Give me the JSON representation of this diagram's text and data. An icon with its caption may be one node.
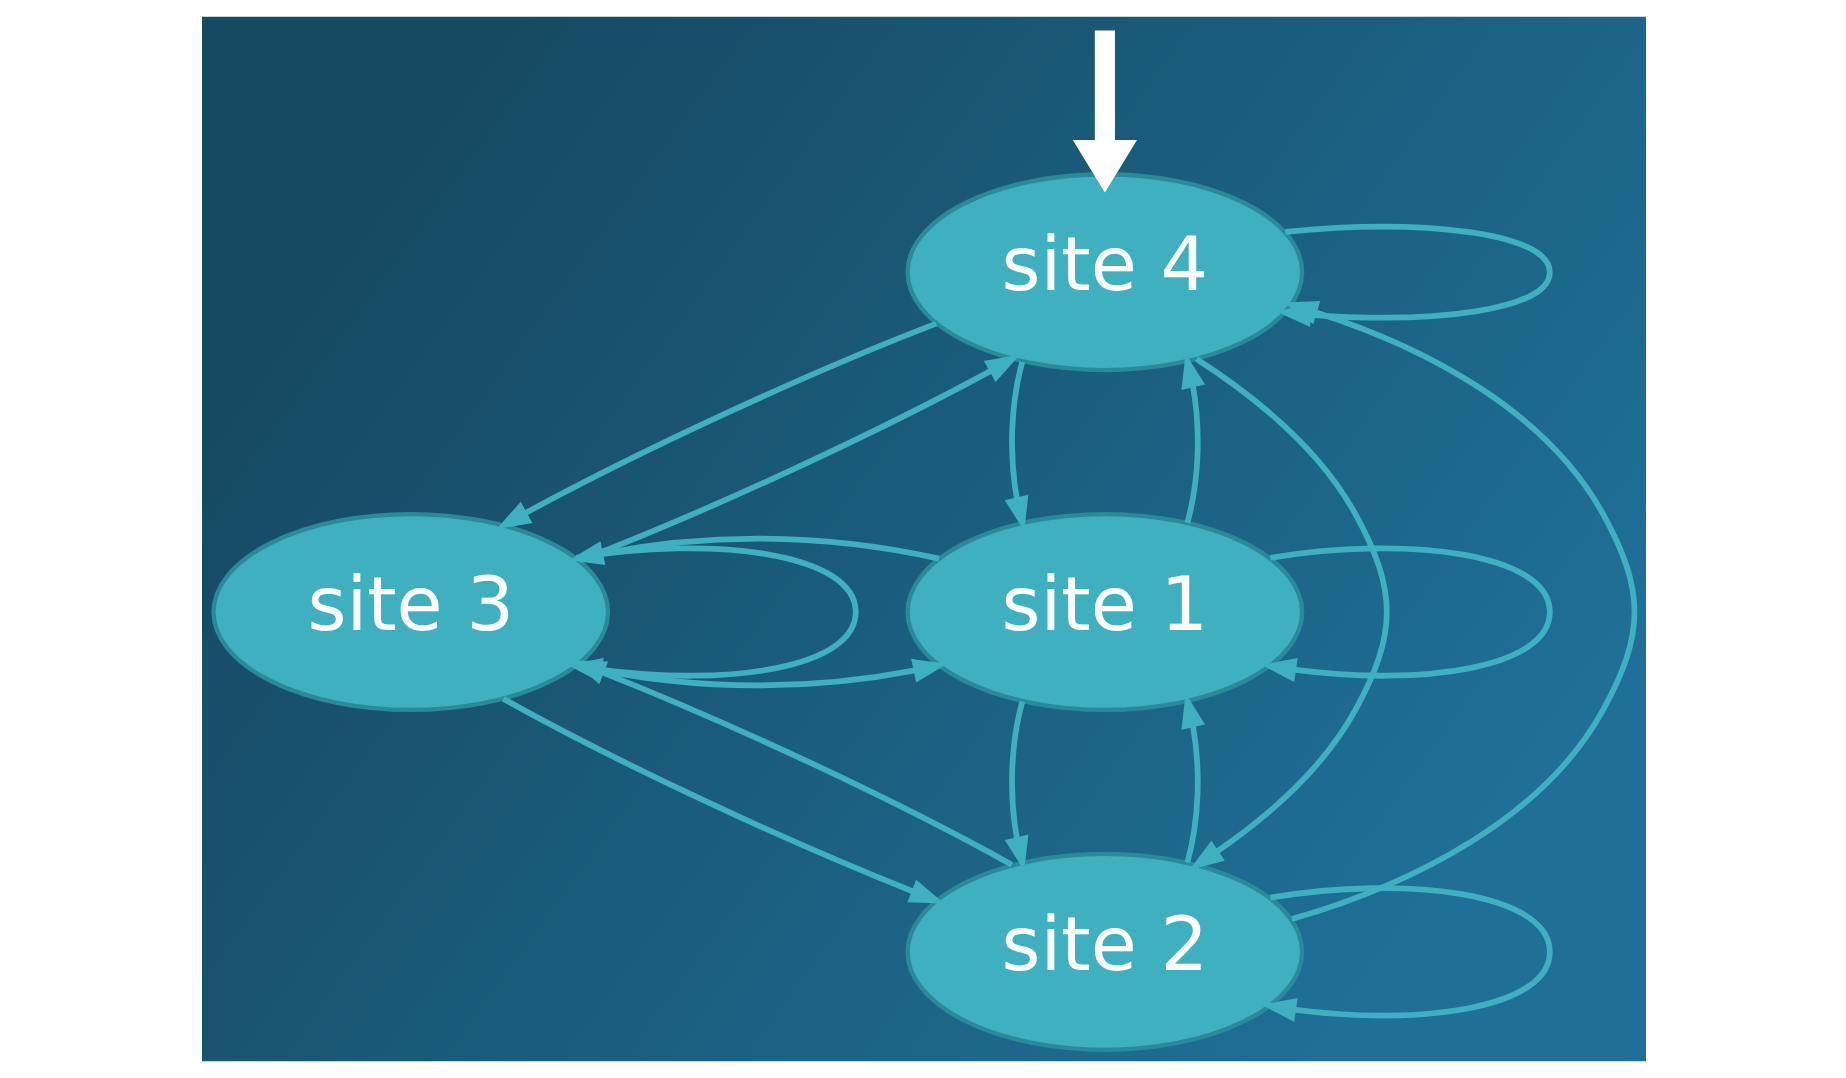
{
  "diagram": {
    "nodes": [
      {
        "text": [
          "site 4"
        ]
      },
      {
        "text": [
          "site 3"
        ]
      },
      {
        "text": [
          "site 1"
        ]
      },
      {
        "text": [
          "site 2"
        ]
      }
    ],
    "edges": [
      {
        "from": 0,
        "to": 0,
        "arrow": "to"
      },
      {
        "from": 1,
        "to": 1,
        "arrow": "to"
      },
      {
        "from": 2,
        "to": 2,
        "arrow": "to"
      },
      {
        "from": 3,
        "to": 3,
        "arrow": "to"
      },
      {
        "from": 1,
        "to": 0,
        "arrow": "to"
      },
      {
        "from": 0,
        "to": 1,
        "arrow": "to"
      },
      {
        "from": 2,
        "to": 0,
        "arrow": "to"
      },
      {
        "from": 0,
        "to": 2,
        "arrow": "to"
      },
      {
        "from": 1,
        "to": 2,
        "arrow": "to"
      },
      {
        "from": 2,
        "to": 1,
        "arrow": "to"
      },
      {
        "from": 3,
        "to": 0,
        "arrow": "to"
      },
      {
        "from": 0,
        "to": 3,
        "arrow": "to"
      },
      {
        "from": 1,
        "to": 3,
        "arrow": "to"
      },
      {
        "from": 3,
        "to": 1,
        "arrow": "to"
      },
      {
        "from": 3,
        "to": 2,
        "arrow": "to"
      },
      {
        "from": 2,
        "to": 3,
        "arrow": "to"
      },
      {
        "from": null,
        "to": 0,
        "arrow": "to",
        "style": "thick",
        "color": "#ffffff"
      }
    ]
  }
}
